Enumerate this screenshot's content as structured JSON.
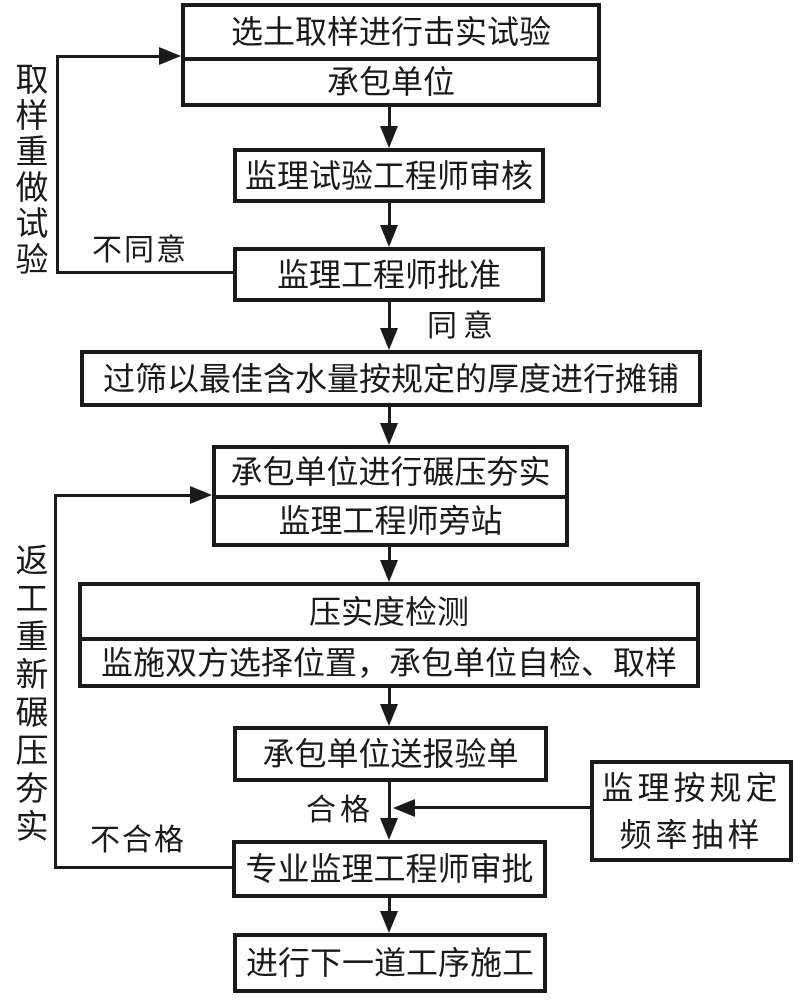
{
  "flowchart": {
    "boxes": {
      "sampling_test": {
        "title": "选土取样进行击实试验",
        "subtitle": "承包单位"
      },
      "lab_engineer_review": "监理试验工程师审核",
      "engineer_approval": "监理工程师批准",
      "spreading": "过筛以最佳含水量按规定的厚度进行摊铺",
      "rolling": {
        "title": "承包单位进行碾压夯实",
        "subtitle": "监理工程师旁站"
      },
      "compaction_test": {
        "title": "压实度检测",
        "subtitle": "监施双方选择位置，承包单位自检、取样"
      },
      "submit_inspection": "承包单位送报验单",
      "supervisor_approval": "专业监理工程师审批",
      "next_process": "进行下一道工序施工",
      "sampling_frequency": {
        "line1": "监理按规定",
        "line2": "频率抽样"
      }
    },
    "edge_labels": {
      "agree": "同意",
      "disagree": "不同意",
      "pass": "合格",
      "fail": "不合格"
    },
    "loop_labels": {
      "redo_sampling_test": "取样重做试验",
      "rework_recompact": "返工重新碾压夯实"
    },
    "colors": {
      "ink": "#1a1a1a",
      "background": "#ffffff"
    }
  }
}
